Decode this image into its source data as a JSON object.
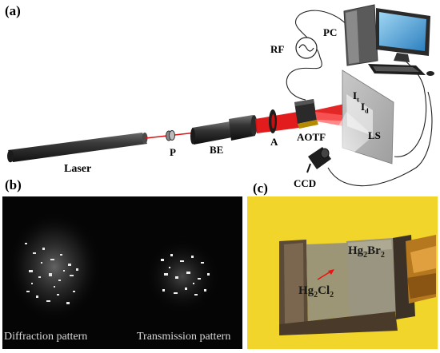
{
  "panels": {
    "a": "(a)",
    "b": "(b)",
    "c": "(c)"
  },
  "labels": {
    "laser": "Laser",
    "polarizer": "P",
    "beam_expander": "BE",
    "aperture": "A",
    "aotf": "AOTF",
    "rf": "RF",
    "pc": "PC",
    "ccd": "CCD",
    "screen": "LS",
    "intensity_t_main": "I",
    "intensity_t_sub": "t",
    "intensity_d_main": "I",
    "intensity_d_sub": "d"
  },
  "panel_b": {
    "left_caption": "Diffraction pattern",
    "right_caption": "Transmission pattern"
  },
  "panel_c": {
    "hg2br2": {
      "a": "Hg",
      "s1": "2",
      "b": "Br",
      "s2": "2"
    },
    "hg2cl2": {
      "a": "Hg",
      "s1": "2",
      "b": "Cl",
      "s2": "2"
    }
  },
  "colors": {
    "beam": "#e01010",
    "background_c": "#f2d52a",
    "laser_body": "#2a2a2a"
  }
}
